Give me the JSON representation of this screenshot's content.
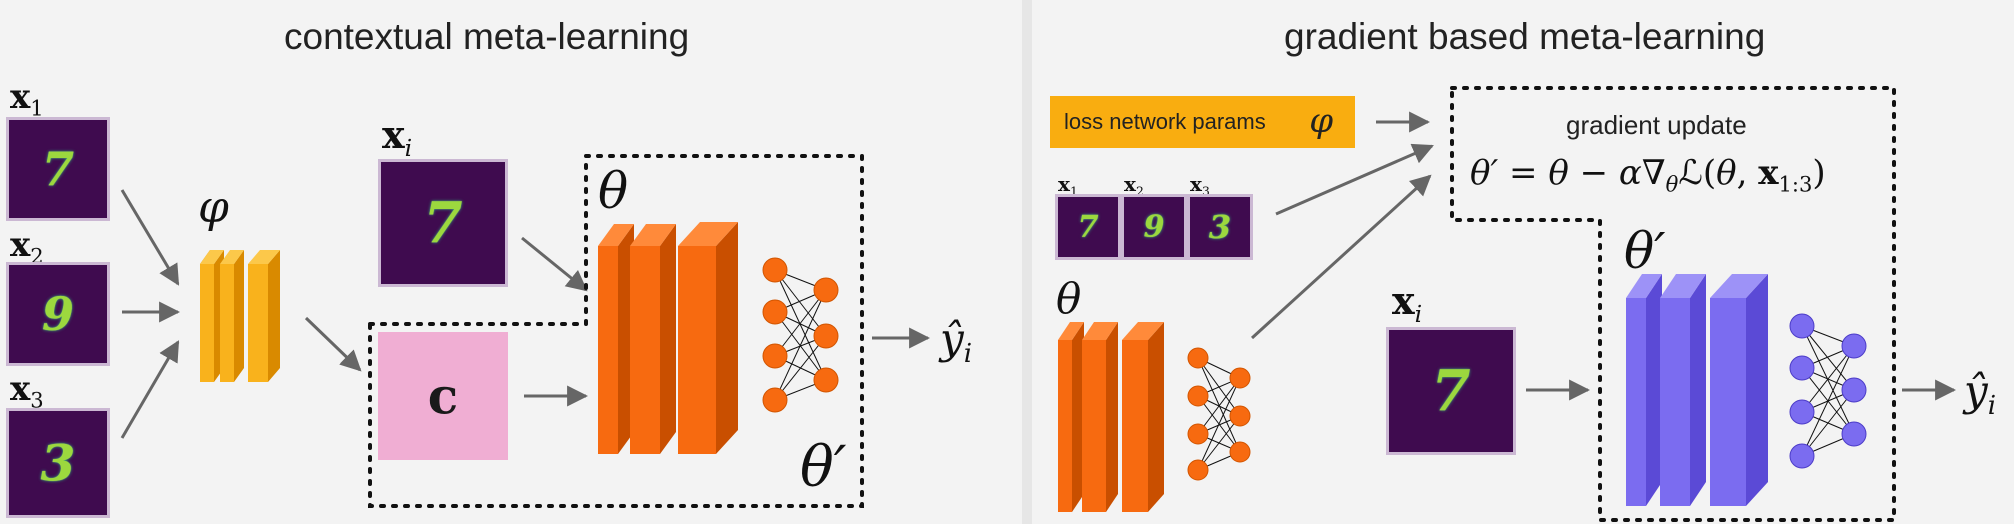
{
  "left_panel": {
    "title": "contextual meta-learning",
    "inputs": [
      {
        "label": "x",
        "sub": "1",
        "digit": "7"
      },
      {
        "label": "x",
        "sub": "2",
        "digit": "9"
      },
      {
        "label": "x",
        "sub": "3",
        "digit": "3"
      }
    ],
    "phi": "φ",
    "query": {
      "label": "x",
      "sub": "i",
      "digit": "7"
    },
    "context": "c",
    "theta": "θ",
    "theta_prime": "θ′",
    "output": {
      "label": "ŷ",
      "sub": "i"
    }
  },
  "right_panel": {
    "title": "gradient based meta-learning",
    "loss_params": {
      "label": "loss network params",
      "symbol": "φ"
    },
    "gradient_update": {
      "title": "gradient update",
      "formula": "θ′ = θ − α∇θℒ(θ, x1:3)"
    },
    "support": [
      {
        "label": "x",
        "sub": "1",
        "digit": "7"
      },
      {
        "label": "x",
        "sub": "2",
        "digit": "9"
      },
      {
        "label": "x",
        "sub": "3",
        "digit": "3"
      }
    ],
    "theta": "θ",
    "theta_prime": "θ′",
    "query": {
      "label": "x",
      "sub": "i",
      "digit": "7"
    },
    "output": {
      "label": "ŷ",
      "sub": "i"
    }
  },
  "colors": {
    "orange_net": "#f76a10",
    "purple_net": "#7b6cf0",
    "phi_net": "#f9b21c",
    "context_box": "#f0aed3",
    "loss_box": "#f9ad10",
    "digit_bg": "#3f0b4f",
    "arrow": "#666666"
  },
  "icons": [
    "digit-image",
    "layer-stack",
    "neural-network-graph",
    "arrow"
  ]
}
